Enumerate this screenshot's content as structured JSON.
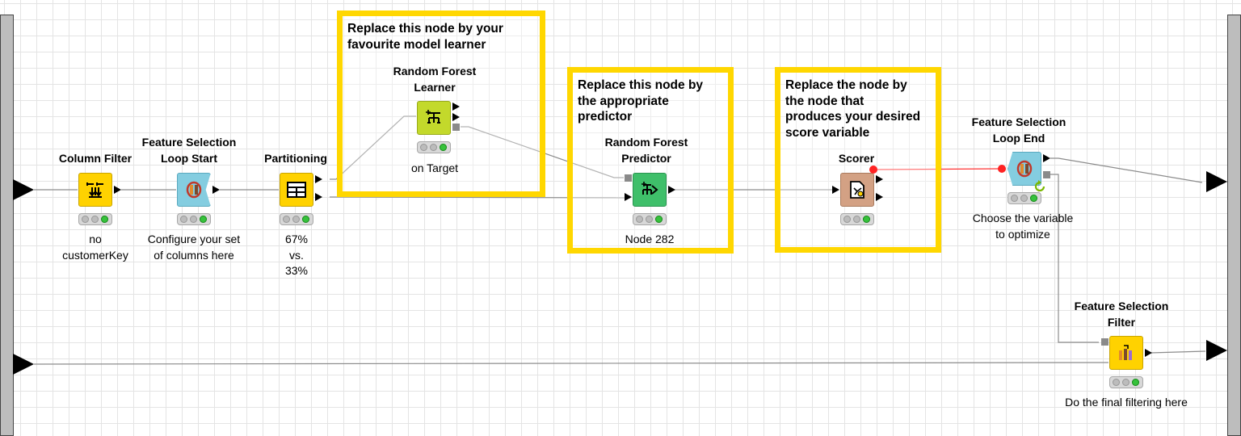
{
  "annotations": [
    {
      "id": "learner",
      "text": "Replace this node by your\nfavourite model learner"
    },
    {
      "id": "predictor",
      "text": "Replace this node by\nthe appropriate\npredictor"
    },
    {
      "id": "scorer",
      "text": "Replace the node by\nthe node that\nproduces your desired\nscore variable"
    }
  ],
  "nodes": {
    "column_filter": {
      "title": "Column Filter",
      "label": "no\ncustomerKey"
    },
    "loop_start": {
      "title": "Feature Selection\nLoop Start",
      "label": "Configure your set\nof columns here"
    },
    "partitioning": {
      "title": "Partitioning",
      "label": "67%\nvs.\n33%"
    },
    "rf_learner": {
      "title": "Random Forest\nLearner",
      "label": "on Target"
    },
    "rf_predictor": {
      "title": "Random Forest\nPredictor",
      "label": "Node 282"
    },
    "scorer": {
      "title": "Scorer",
      "label": ""
    },
    "loop_end": {
      "title": "Feature Selection\nLoop End",
      "label": "Choose the variable\nto optimize"
    },
    "fs_filter": {
      "title": "Feature Selection\nFilter",
      "label": "Do the final filtering here"
    }
  },
  "colors": {
    "annotation_border": "#ffd700",
    "manipulator": "#ffd200",
    "loop": "#84cde0",
    "learner": "#c3d92b",
    "predictor": "#3fbf6a",
    "other": "#d3a184",
    "flow_variable_connection": "#ff3333",
    "status_green": "#36c23b"
  },
  "icons": {
    "column_filter": "column-filter-icon",
    "loop_start": "loop-start-icon",
    "partitioning": "partition-grid-icon",
    "rf_learner": "tree-learner-icon",
    "rf_predictor": "tree-predictor-icon",
    "scorer": "scorer-icon",
    "loop_end": "loop-end-icon",
    "fs_filter": "feature-filter-icon"
  }
}
